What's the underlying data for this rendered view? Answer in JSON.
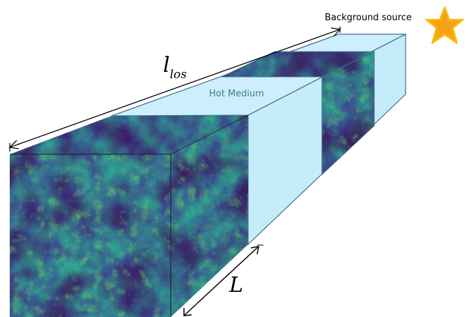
{
  "labels": {
    "background_source": "Background source",
    "hot_medium": "Hot Medium",
    "l_los_main": "l",
    "l_los_sub": "los",
    "box_size": "L"
  },
  "colors": {
    "hot_medium_fill": "#cdeefc",
    "hot_medium_edge": "#3e6f8a",
    "cube_dark": "#3a1060",
    "cube_mid": "#3b528b",
    "cube_filament": "#21918c",
    "cube_bright": "#5ec962",
    "star_fill": "#f7a81b",
    "star_stroke": "#f5c400"
  },
  "icons": {
    "star": "star-icon"
  }
}
